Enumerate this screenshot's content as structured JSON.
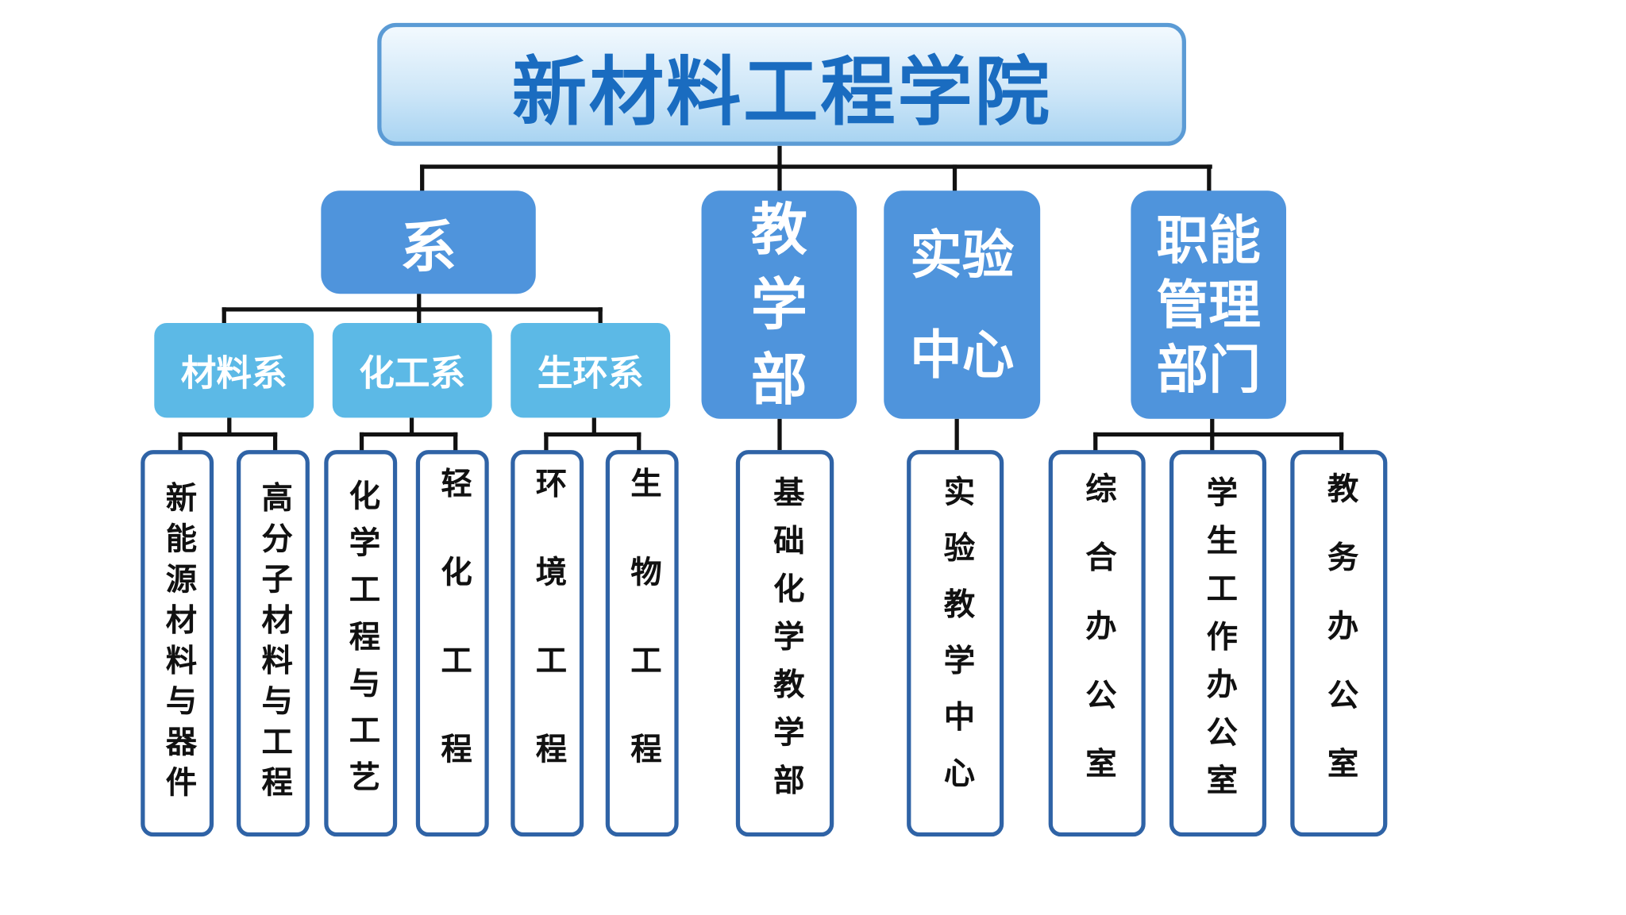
{
  "title": "新材料工程学院",
  "level1": {
    "departments": "系",
    "teaching": "教学部",
    "lab": "实验中心",
    "admin": "职能管理部门"
  },
  "departments": [
    "材料系",
    "化工系",
    "生环系"
  ],
  "leaves": [
    "新能源材料与器件",
    "高分子材料与工程",
    "化学工程与工艺",
    "轻化工程",
    "环境工程",
    "生物工程",
    "基础化学教学部",
    "实验教学中心",
    "综合办公室",
    "学生工作办公室",
    "教务办公室"
  ],
  "colors": {
    "title_text": "#1a6cc0",
    "level1": "#4f94dc",
    "level2": "#5cb9e6",
    "leaf_border": "#2f63a6"
  }
}
